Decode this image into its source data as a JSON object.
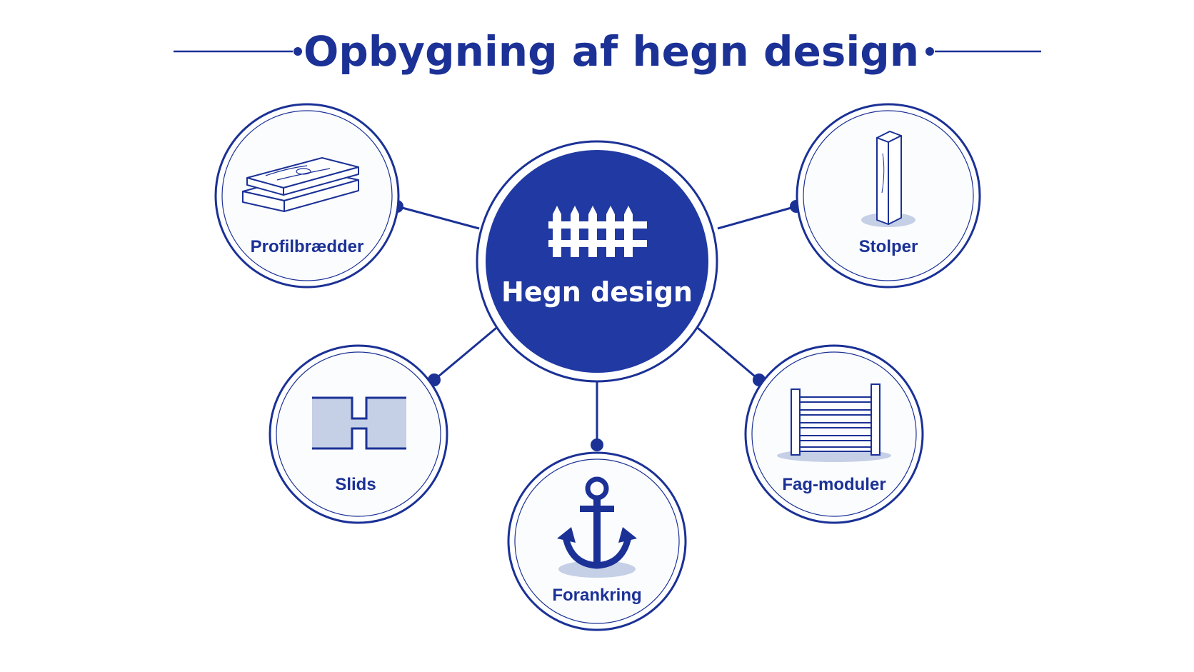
{
  "title": "Opbygning af hegn design",
  "center": {
    "label": "Hegn design",
    "icon": "picket-fence-icon"
  },
  "nodes": [
    {
      "id": "profilbraedder",
      "label": "Profilbrædder",
      "icon": "stacked-boards-icon"
    },
    {
      "id": "stolper",
      "label": "Stolper",
      "icon": "post-icon"
    },
    {
      "id": "slids",
      "label": "Slids",
      "icon": "slot-profile-icon"
    },
    {
      "id": "fag-moduler",
      "label": "Fag-moduler",
      "icon": "fence-panel-icon"
    },
    {
      "id": "forankring",
      "label": "Forankring",
      "icon": "anchor-icon"
    }
  ],
  "colors": {
    "primary": "#1b3196",
    "center_fill": "#2139a2",
    "node_fill": "#fbfcfe",
    "accent_light": "#c5cfe6",
    "background": "#ffffff"
  }
}
